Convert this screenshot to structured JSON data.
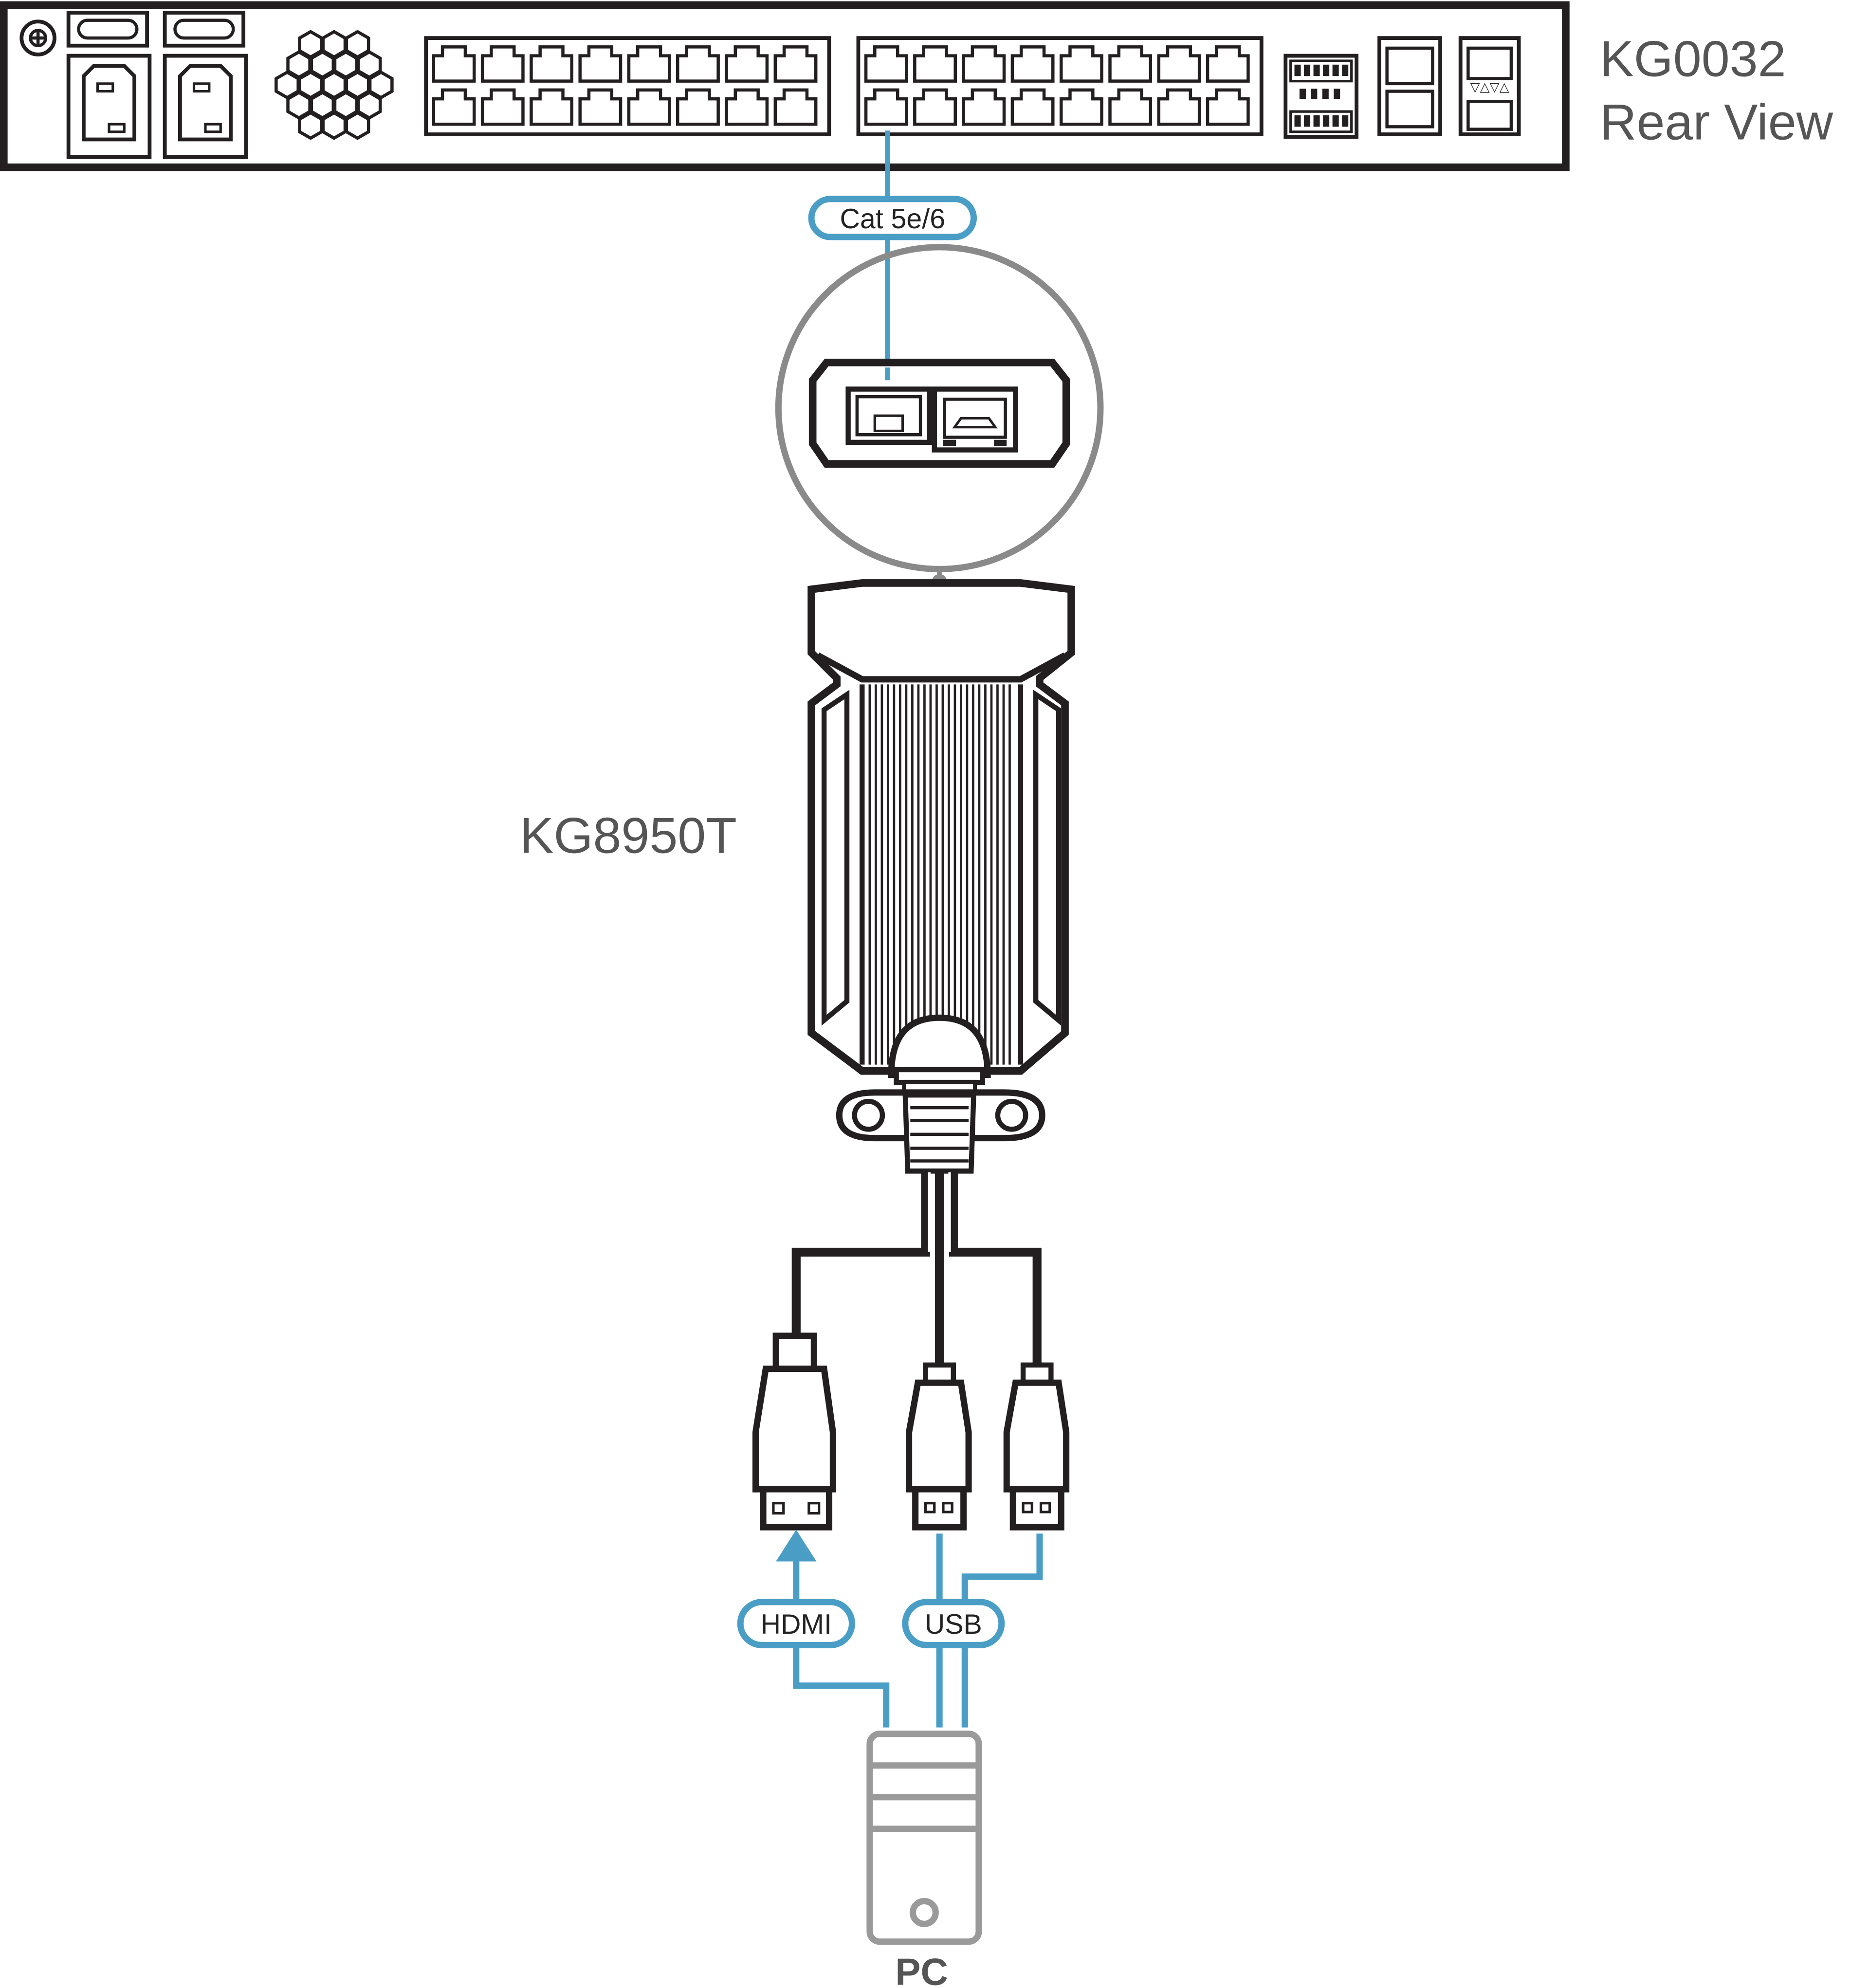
{
  "device": {
    "model": "KG0032",
    "view": "Rear View"
  },
  "adapter": {
    "model": "KG8950T"
  },
  "cables": {
    "link": "Cat 5e/6",
    "video": "HDMI",
    "usb": "USB"
  },
  "computer": {
    "label": "PC"
  },
  "colors": {
    "cable_blue": "#4a9ec6",
    "line_dark": "#231f20",
    "pc_gray": "#9a9a9a",
    "label_gray": "#555555"
  }
}
